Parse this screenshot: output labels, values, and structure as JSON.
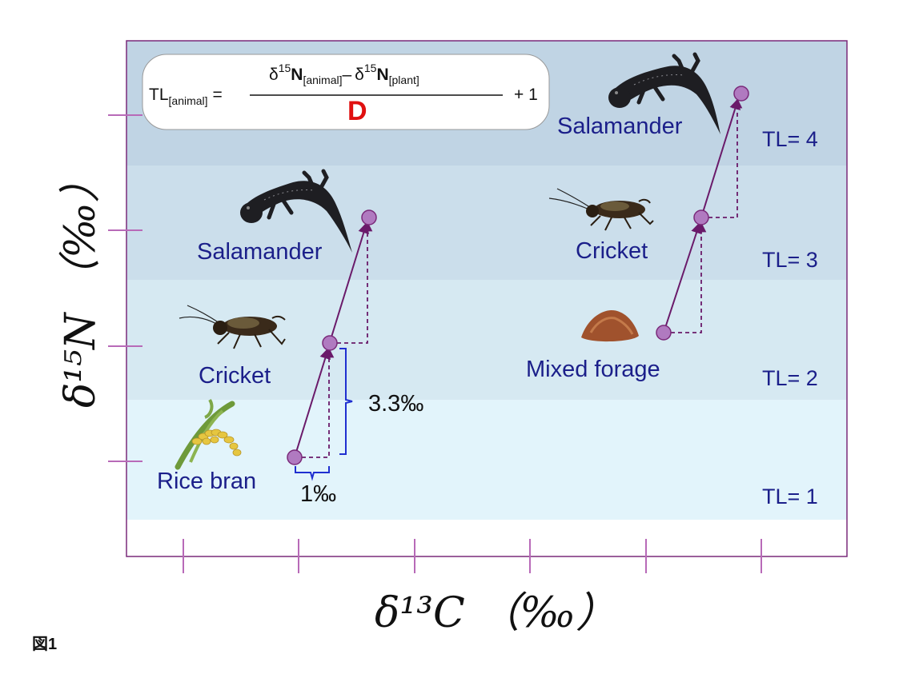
{
  "formula": {
    "lhs": "TL",
    "lhs_sub": "[animal]",
    "equals": "=",
    "delta1": "δ",
    "sup1": "15",
    "n1": "N",
    "sub1": "[animal]",
    "minus": "–",
    "delta2": "δ",
    "sup2": "15",
    "n2": "N",
    "sub2": "[plant]",
    "denominator": "D",
    "plus_one": "+ 1"
  },
  "trophic_levels": [
    "TL= 1",
    "TL= 2",
    "TL= 3",
    "TL= 4"
  ],
  "left_chain": {
    "labels": [
      "Rice bran",
      "Cricket",
      "Salamander"
    ]
  },
  "right_chain": {
    "labels": [
      "Mixed forage",
      "Cricket",
      "Salamander"
    ]
  },
  "measurements": {
    "nitrogen_step": "3.3‰",
    "carbon_step": "1‰"
  },
  "axes": {
    "x_label": "δ¹³C （‰）",
    "y_label": "δ¹⁵N （‰）"
  },
  "figure_label": "図1",
  "colors": {
    "band1": "#e2f4fb",
    "band2": "#d6e9f2",
    "band3": "#cbdeeb",
    "band4": "#c0d4e4",
    "frame": "#7a2a7a",
    "node": "#b07ac0",
    "text": "#1b1f8a",
    "bracket": "#1f2fd0"
  }
}
